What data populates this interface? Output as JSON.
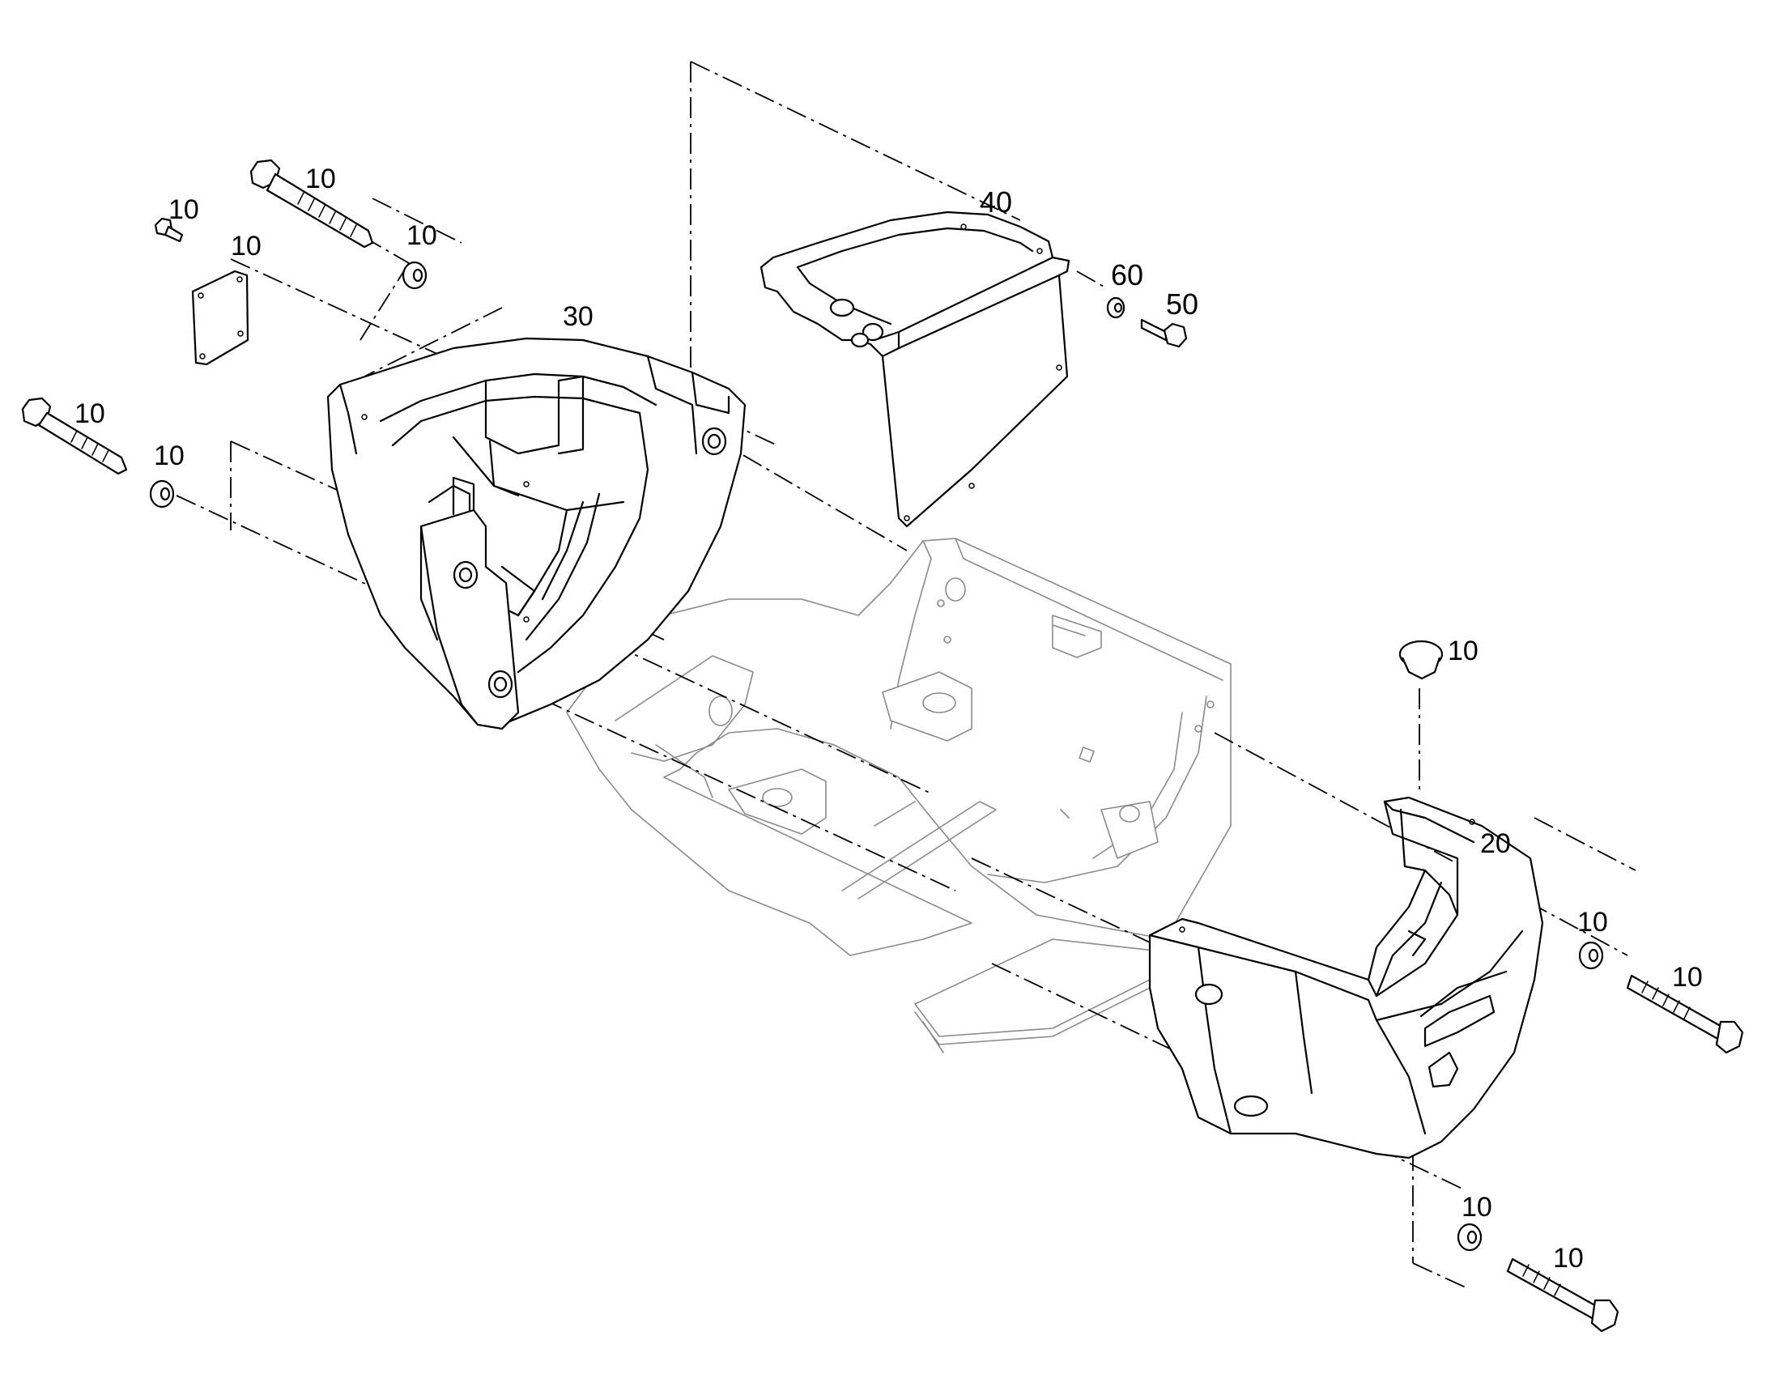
{
  "diagram": {
    "labels": {
      "bolt_top": "10",
      "screw_small": "10",
      "washer_top": "10",
      "plate_small": "10",
      "bolt_left": "10",
      "washer_left": "10",
      "cap_right": "10",
      "washer_right_upper": "10",
      "bolt_right_upper": "10",
      "washer_right_lower": "10",
      "bolt_right_lower": "10",
      "part_20": "20",
      "part_30": "30",
      "part_40": "40",
      "part_50": "50",
      "part_60": "60"
    },
    "colors": {
      "line": "#000000",
      "ghost_line": "#8a8a8a",
      "background": "#ffffff"
    }
  }
}
